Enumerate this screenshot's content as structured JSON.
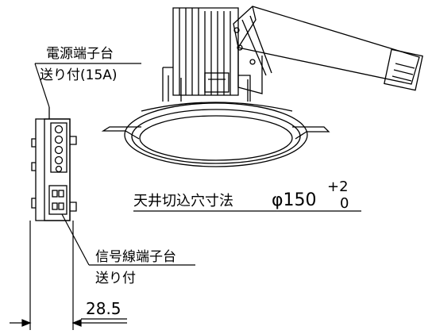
{
  "labels": {
    "power_terminal_line1": "電源端子台",
    "power_terminal_line2": "送り付(15A)",
    "signal_terminal_line1": "信号線端子台",
    "signal_terminal_line2": "送り付",
    "cutout_label": "天井切込穴寸法",
    "cutout_value": "φ150",
    "tolerance_upper": "+2",
    "tolerance_lower": "0",
    "width_dimension": "28.5"
  }
}
